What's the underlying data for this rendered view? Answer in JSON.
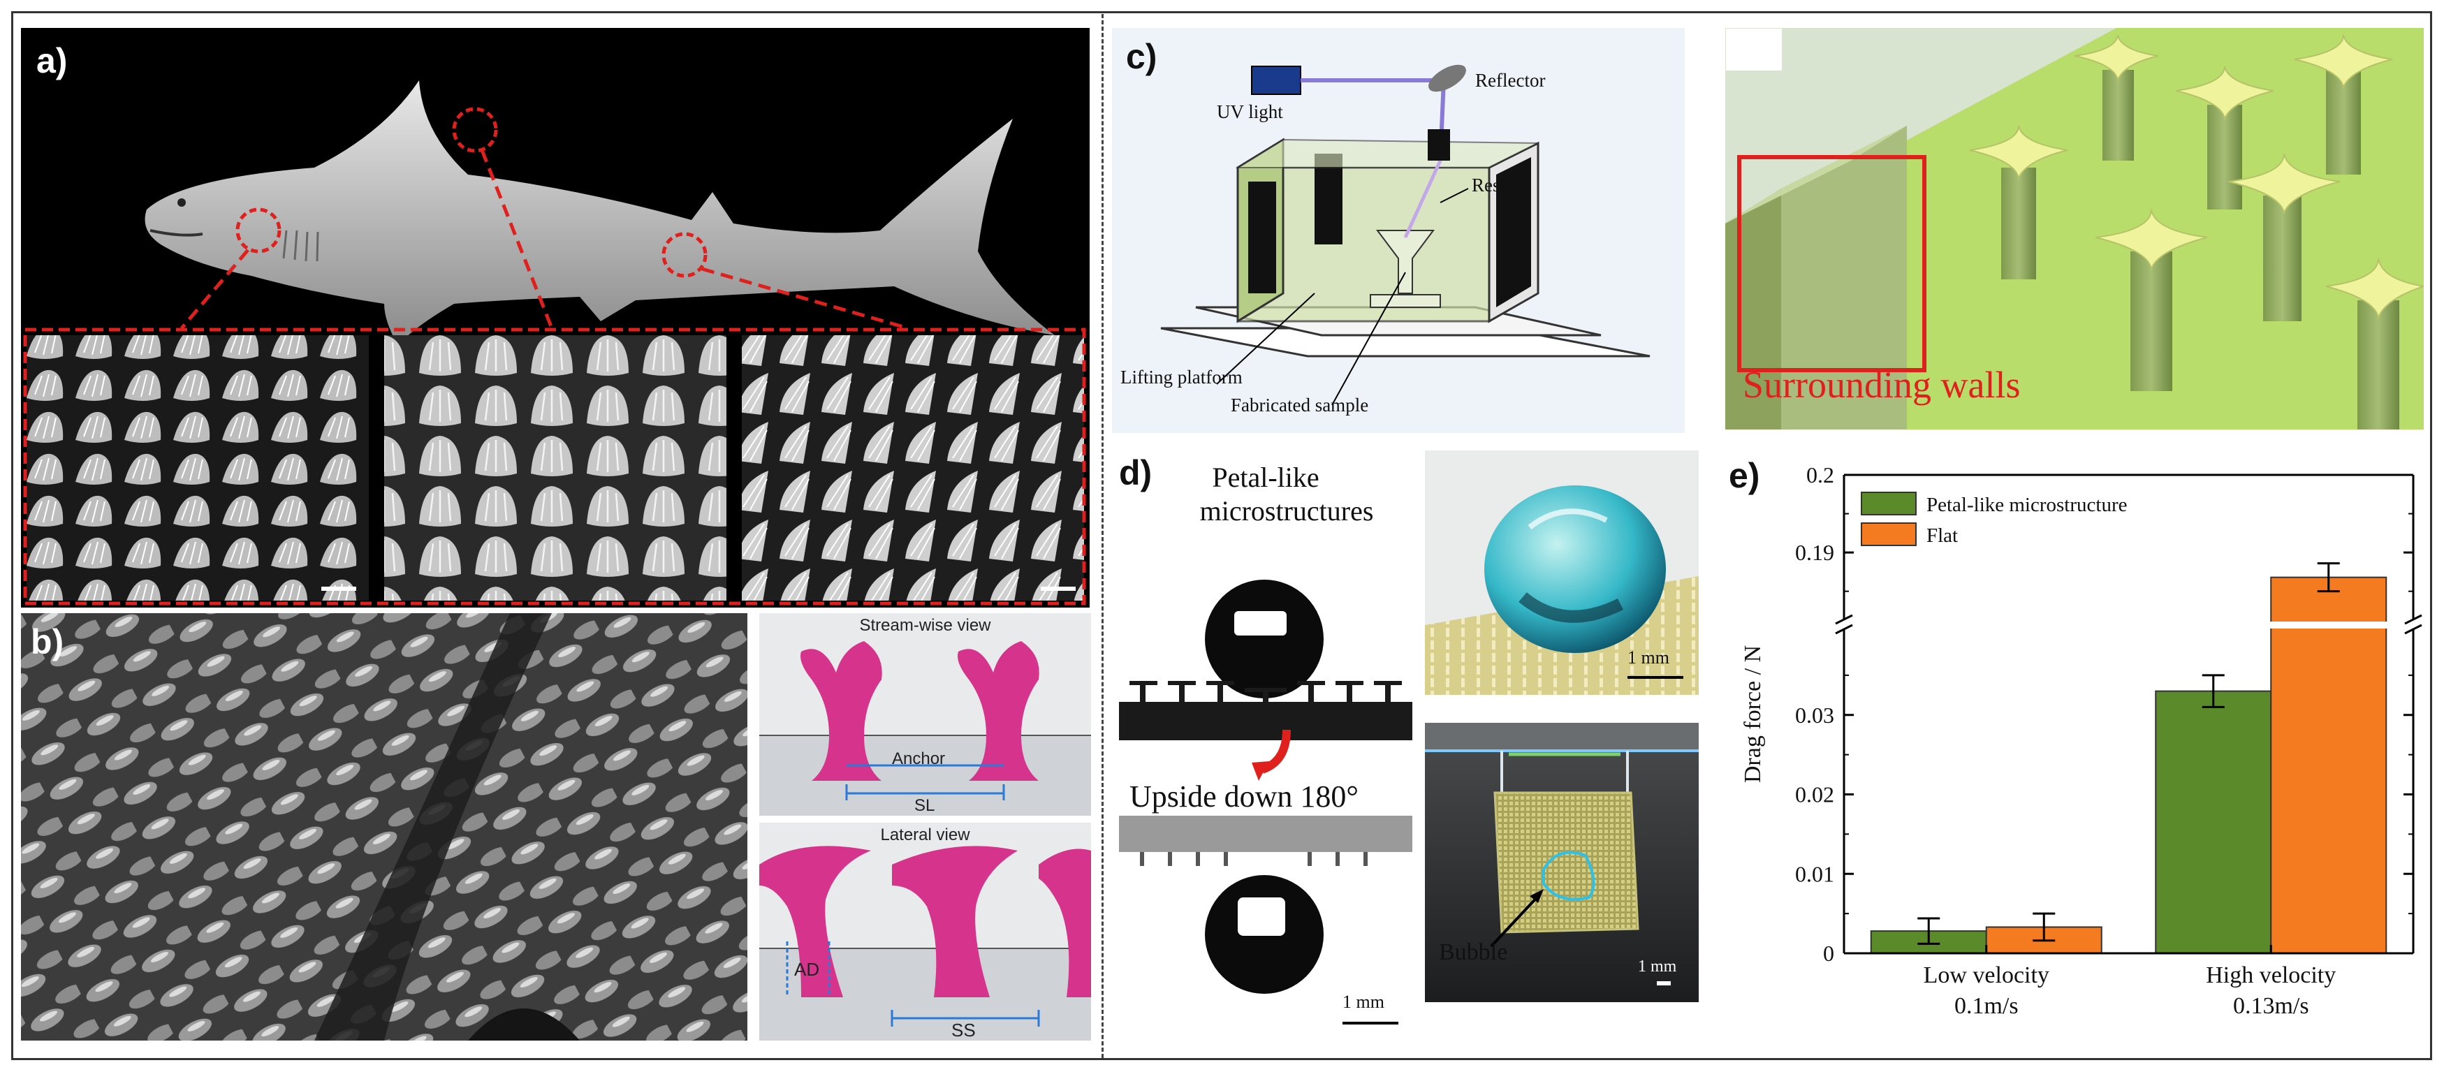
{
  "panels": {
    "a": {
      "label": "a)"
    },
    "b": {
      "label": "b)",
      "stream_view_title": "Stream-wise view",
      "anchor_label": "Anchor",
      "sl_label": "SL",
      "lateral_view_title": "Lateral view",
      "ad_label": "AD",
      "ss_label": "SS"
    },
    "c": {
      "label": "c)",
      "uv_light": "UV light",
      "reflector": "Reflector",
      "resin": "Resin",
      "lifting_platform": "Lifting platform",
      "fabricated_sample": "Fabricated sample",
      "surrounding_walls": "Surrounding walls"
    },
    "d": {
      "label": "d)",
      "title_line1": "Petal-like",
      "title_line2": "microstructures",
      "upside_down": "Upside down 180°",
      "scale_1mm_a": "1 mm",
      "scale_1mm_b": "1 mm",
      "scale_1mm_c": "1 mm",
      "bubble": "Bubble"
    },
    "e": {
      "label": "e)"
    }
  },
  "colors": {
    "petal": "#5b8a2a",
    "flat": "#f47b20",
    "magenta": "#d6338c",
    "annotation_red": "#e0201c"
  },
  "chart_data": {
    "type": "bar",
    "categories": [
      "Low velocity\n0.1m/s",
      "High velocity\n0.13m/s"
    ],
    "category_line1": [
      "Low velocity",
      "High velocity"
    ],
    "category_line2": [
      "0.1m/s",
      "0.13m/s"
    ],
    "ylabel": "Drag force / N",
    "axis_break": true,
    "lower_range": [
      0,
      0.04
    ],
    "upper_range": [
      0.182,
      0.2
    ],
    "lower_ticks": [
      "0",
      "0.01",
      "0.02",
      "0.03"
    ],
    "upper_ticks": [
      "0.19",
      "0.2"
    ],
    "legend_position": "top-left",
    "series": [
      {
        "name": "Petal-like microstructure",
        "values": [
          0.0028,
          0.033
        ],
        "errors": [
          0.0016,
          0.002
        ]
      },
      {
        "name": "Flat",
        "values": [
          0.0033,
          0.1868
        ],
        "errors": [
          0.0017,
          0.0018
        ]
      }
    ]
  }
}
